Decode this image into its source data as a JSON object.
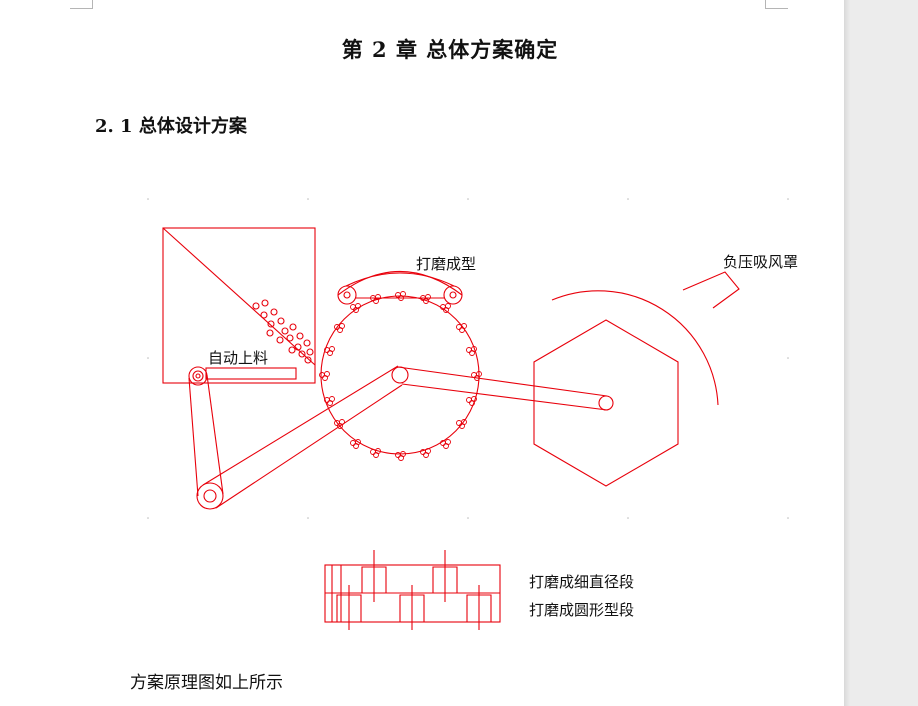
{
  "document": {
    "chapter_title": "第 2 章  总体方案确定",
    "section_heading": "2. 1 总体设计方案",
    "caption": "方案原理图如上所示"
  },
  "figure": {
    "labels": {
      "grinding_forming": "打磨成型",
      "auto_loading": "自动上料",
      "negative_pressure_hood": "负压吸风罩",
      "legend_fine_diameter": "打磨成细直径段",
      "legend_round_profile": "打磨成圆形型段"
    },
    "line_color": "#e8000b"
  }
}
